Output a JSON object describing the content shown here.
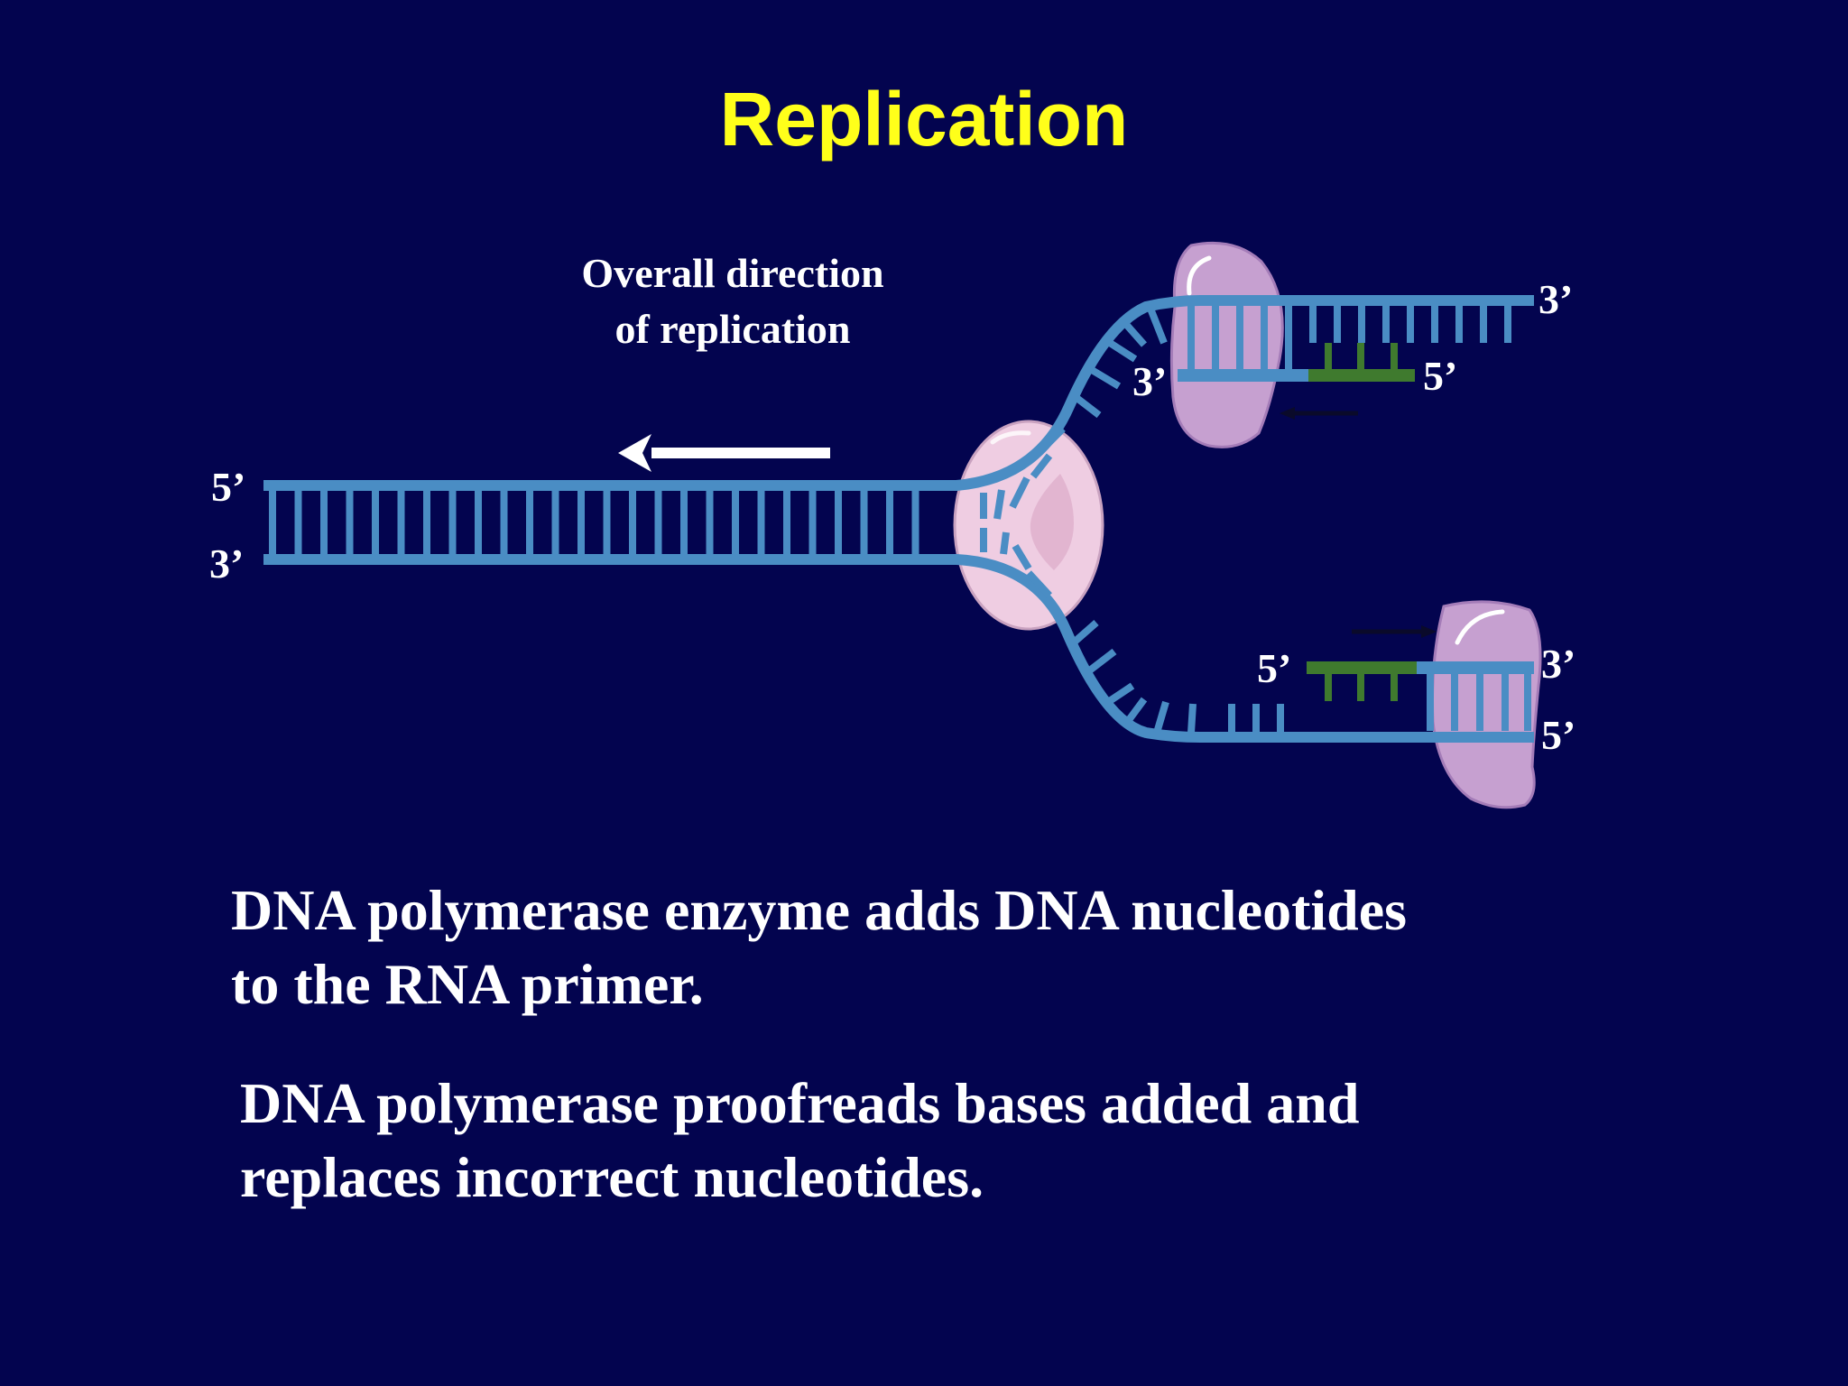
{
  "title": "Replication",
  "direction_label": {
    "line1": "Overall direction",
    "line2": "of replication"
  },
  "end_labels": {
    "left_top": "5’",
    "left_bottom": "3’",
    "upper_strand_end": "3’",
    "upper_new_strand_start": "3’",
    "upper_primer_end": "5’",
    "lower_primer_start": "5’",
    "lower_new_strand_end": "3’",
    "lower_strand_end": "5’"
  },
  "captions": [
    {
      "line1": "DNA polymerase enzyme adds DNA nucleotides",
      "line2": "to the RNA primer."
    },
    {
      "line1": "DNA polymerase proofreads bases added and",
      "line2": "replaces incorrect nucleotides."
    }
  ],
  "colors": {
    "background": "#03044f",
    "title": "#ffff1a",
    "text": "#ffffff",
    "dna_strand": "#4a8dc4",
    "rna_primer": "#3f7a2e",
    "helicase": "#e8c4dc",
    "polymerase": "#c9a2d2",
    "direction_arrow": "#ffffff"
  }
}
